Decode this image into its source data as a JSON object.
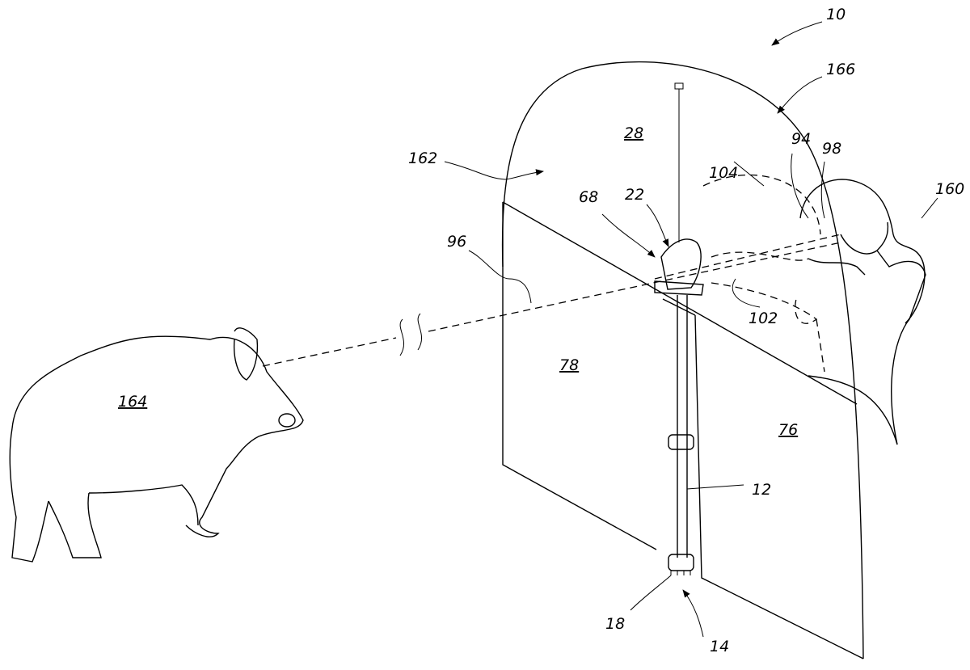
{
  "figure": {
    "labels": {
      "assembly": "10",
      "pole": "12",
      "base": "14",
      "base_teeth": "18",
      "mount": "22",
      "upper_panel": "28",
      "bow_holder": "68",
      "right_panel": "76",
      "left_panel": "78",
      "bow": "94",
      "line_of_sight": "96",
      "arrow": "98",
      "hand_right": "102",
      "hand_left": "104",
      "archer": "160",
      "window": "162",
      "animal": "164",
      "blind": "166"
    }
  }
}
